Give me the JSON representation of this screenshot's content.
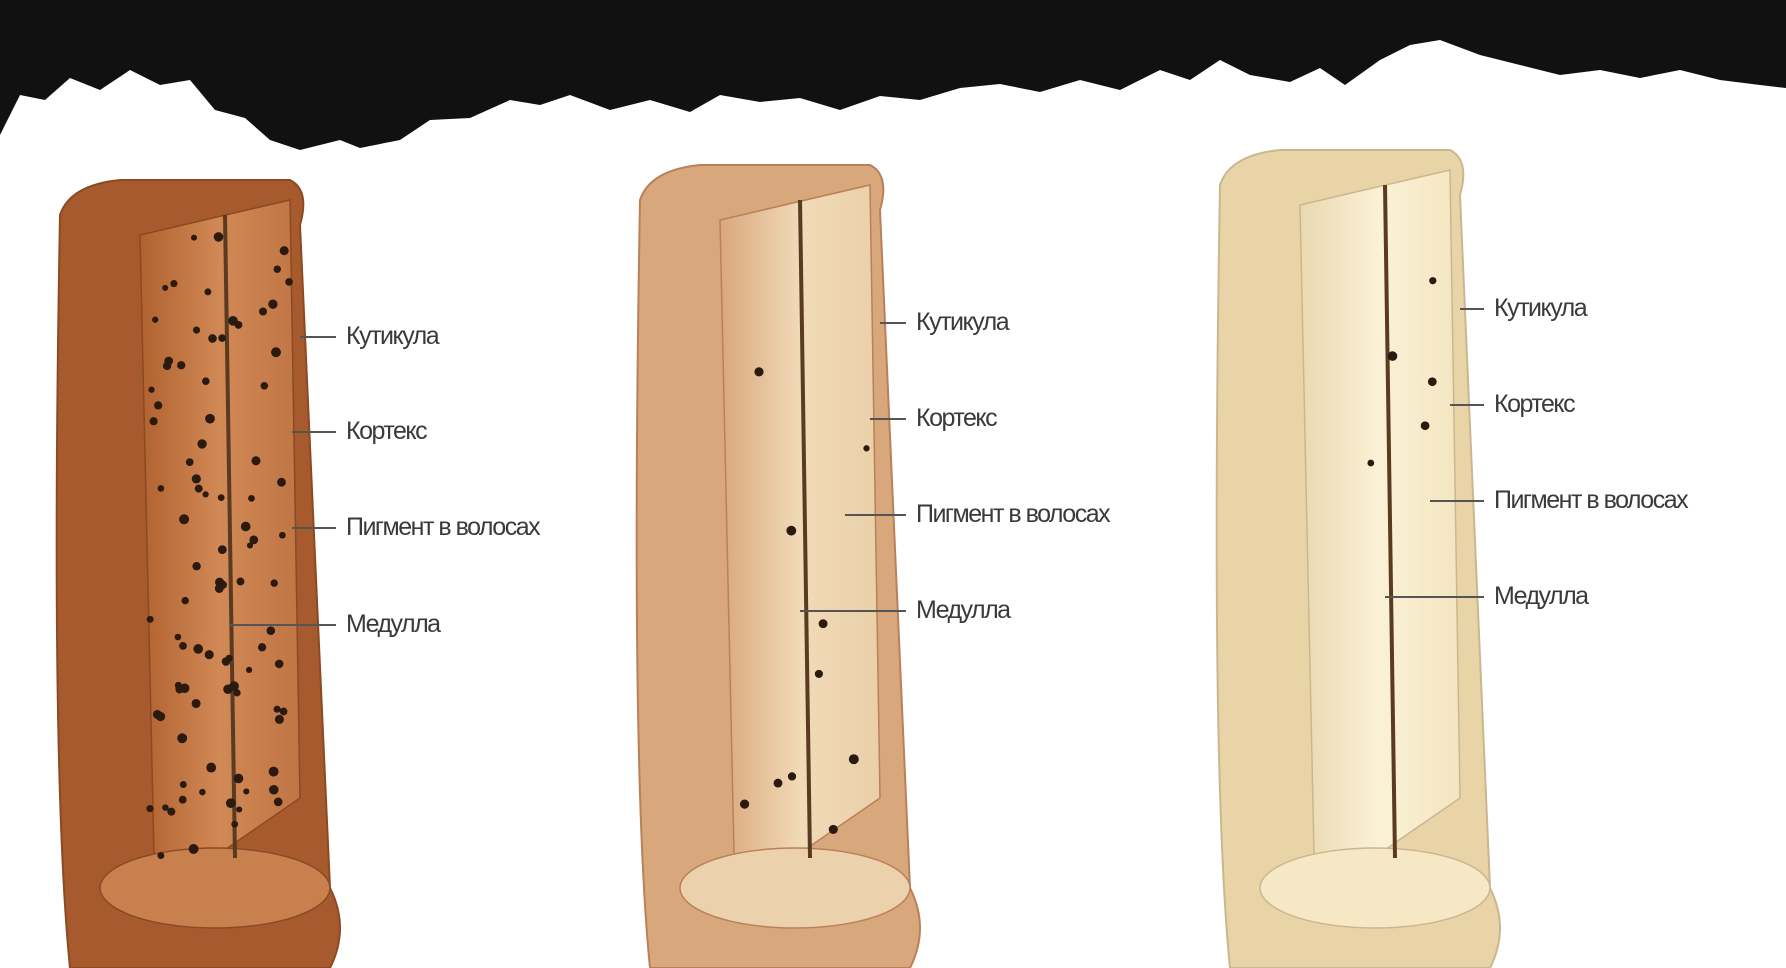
{
  "diagrams": [
    {
      "fill": "#c9804f",
      "fill_dark": "#a65a2e",
      "edge": "#8b4a22",
      "dot_density": "high",
      "labels": {
        "cuticle": "Кутикула",
        "cortex": "Кортекс",
        "pigment": "Пигмент в волосах",
        "medulla": "Медулла"
      }
    },
    {
      "fill": "#ecd2ac",
      "fill_dark": "#d9a77c",
      "edge": "#b9805a",
      "dot_density": "low",
      "labels": {
        "cuticle": "Кутикула",
        "cortex": "Кортекс",
        "pigment": "Пигмент в волосах",
        "medulla": "Медулла"
      }
    },
    {
      "fill": "#f6e8c4",
      "fill_dark": "#e8d4a6",
      "edge": "#cbb78f",
      "dot_density": "minimal",
      "labels": {
        "cuticle": "Кутикула",
        "cortex": "Кортекс",
        "pigment": "Пигмент в волосах",
        "medulla": "Медулла"
      }
    }
  ],
  "colors": {
    "background": "#111111",
    "paper": "#ffffff",
    "label_text": "#3a3a3a",
    "leader_line": "#555555"
  }
}
